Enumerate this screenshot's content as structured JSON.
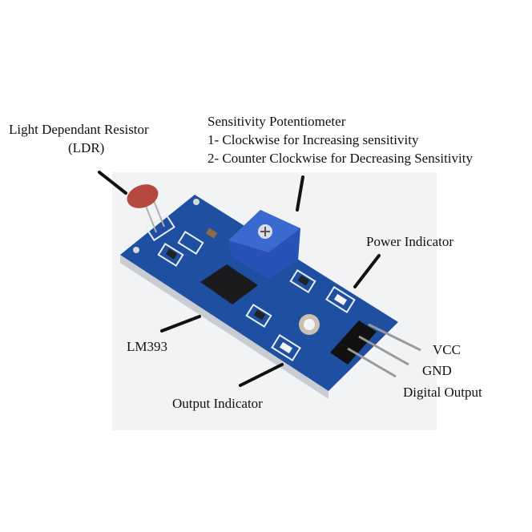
{
  "labels": {
    "ldr_line1": "Light Dependant Resistor",
    "ldr_line2": "(LDR)",
    "pot_title": "Sensitivity Potentiometer",
    "pot_step1": "1- Clockwise for Increasing sensitivity",
    "pot_step2": "2- Counter Clockwise for Decreasing Sensitivity",
    "power_indicator": "Power Indicator",
    "lm393": "LM393",
    "output_indicator": "Output Indicator",
    "vcc": "VCC",
    "gnd": "GND",
    "digital_output": "Digital Output"
  },
  "colors": {
    "board": "#1f4fa0",
    "potentiometer": "#2d5fc4",
    "ldr": "#b44a3e",
    "leader_line": "#111111"
  }
}
